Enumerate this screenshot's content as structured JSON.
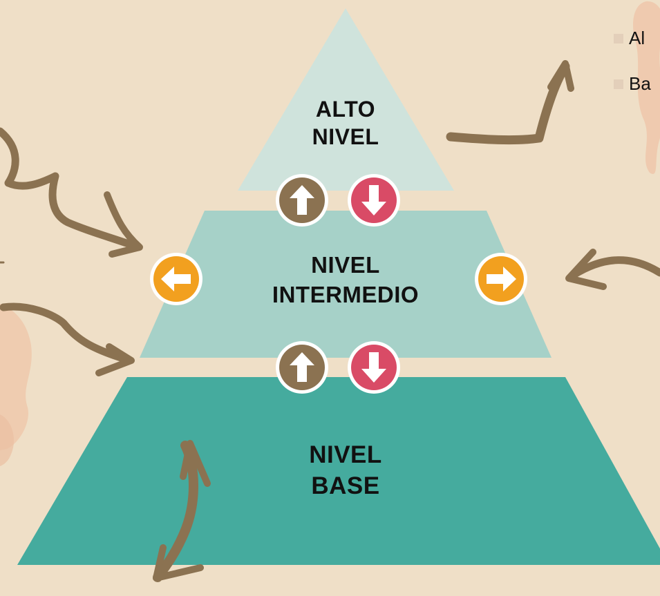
{
  "levels": {
    "top": {
      "line1": "ALTO",
      "line2": "NIVEL"
    },
    "middle": {
      "line1": "NIVEL",
      "line2": "INTERMEDIO"
    },
    "base": {
      "line1": "NIVEL",
      "line2": "BASE"
    }
  },
  "legend": {
    "items": [
      {
        "label": "Al"
      },
      {
        "label": "Ba"
      }
    ]
  },
  "colors": {
    "background": "#efdfc7",
    "top_tier": "#cfe3dc",
    "middle_tier": "#a6d1c8",
    "base_tier": "#45ab9e",
    "brown_arrow": "#8b7251",
    "up_button": "#8b7251",
    "down_button": "#d94b66",
    "side_button": "#f2a01f"
  },
  "icons": {
    "up": "arrow-up-icon",
    "down": "arrow-down-icon",
    "left": "arrow-left-icon",
    "right": "arrow-right-icon"
  }
}
